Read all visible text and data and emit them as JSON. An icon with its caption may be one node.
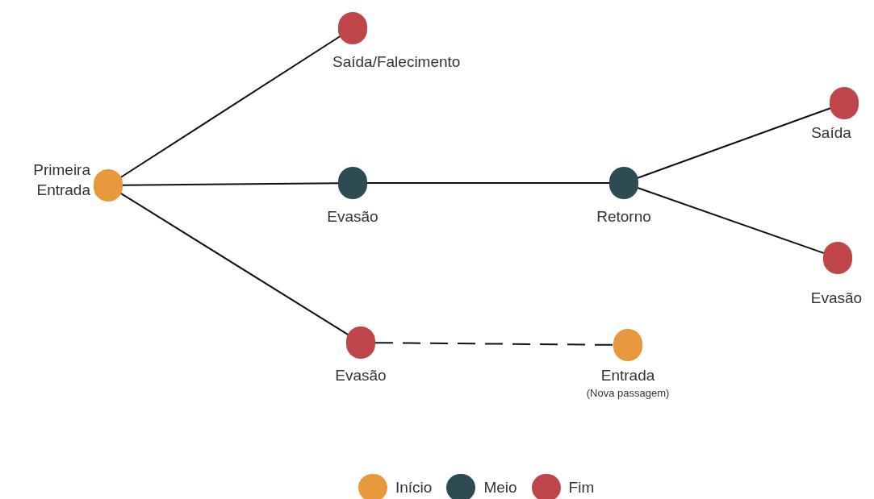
{
  "diagram": {
    "nodes": [
      {
        "text": [],
        "shape": "circle",
        "beside": [
          "Primeira Entrada"
        ]
      },
      {
        "text": [],
        "shape": "circle",
        "beside": [
          "Saída/Falecimento"
        ]
      },
      {
        "text": [],
        "shape": "circle",
        "beside": [
          "Evasão"
        ]
      },
      {
        "text": [],
        "shape": "circle",
        "beside": [
          "Retorno"
        ]
      },
      {
        "text": [],
        "shape": "circle",
        "beside": [
          "Saída"
        ]
      },
      {
        "text": [],
        "shape": "circle",
        "beside": [
          "Evasão"
        ]
      },
      {
        "text": [],
        "shape": "circle",
        "beside": [
          "Evasão"
        ]
      },
      {
        "text": [],
        "shape": "circle",
        "beside": [
          "Entrada",
          "(Nova passagem)"
        ]
      }
    ],
    "edges": [
      {
        "from": 0,
        "to": 1,
        "arrow": "none"
      },
      {
        "from": 0,
        "to": 2,
        "arrow": "none"
      },
      {
        "from": 0,
        "to": 6,
        "arrow": "none"
      },
      {
        "from": 2,
        "to": 3,
        "arrow": "none"
      },
      {
        "from": 3,
        "to": 4,
        "arrow": "none"
      },
      {
        "from": 3,
        "to": 5,
        "arrow": "none"
      },
      {
        "from": 6,
        "to": 7,
        "arrow": "none",
        "style": "dashed"
      }
    ],
    "legend": [
      {
        "text": "Início",
        "color": "#e8993e"
      },
      {
        "text": "Meio",
        "color": "#2e4a53"
      },
      {
        "text": "Fim",
        "color": "#c0454a"
      }
    ]
  }
}
